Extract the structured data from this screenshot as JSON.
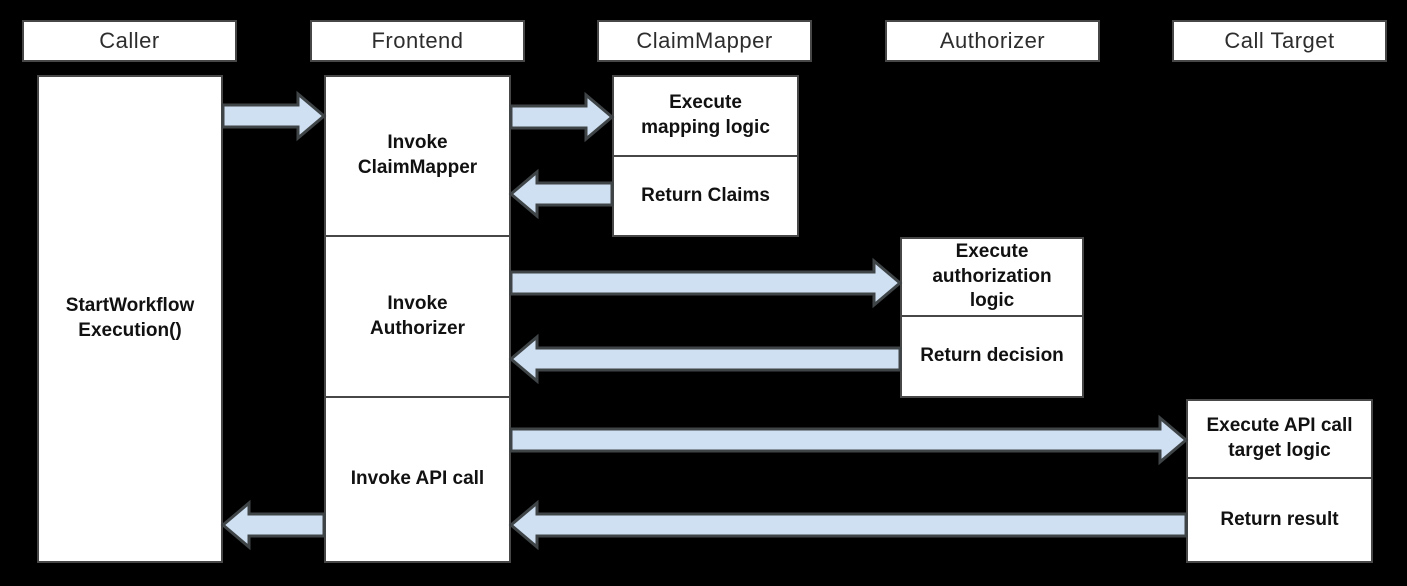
{
  "colors": {
    "background": "#000000",
    "box_fill": "#ffffff",
    "box_border": "#474747",
    "header_text": "#2d2d2d",
    "body_text": "#111111",
    "arrow_fill": "#cfe0f3",
    "arrow_stroke": "#3f4447"
  },
  "columns": [
    {
      "id": "caller",
      "header": "Caller"
    },
    {
      "id": "frontend",
      "header": "Frontend"
    },
    {
      "id": "claimmapper",
      "header": "ClaimMapper"
    },
    {
      "id": "authorizer",
      "header": "Authorizer"
    },
    {
      "id": "calltarget",
      "header": "Call Target"
    }
  ],
  "boxes": {
    "caller_activity": [
      "StartWorkflow",
      "Execution()"
    ],
    "invoke_claimmapper": [
      "Invoke",
      "ClaimMapper"
    ],
    "invoke_authorizer": [
      "Invoke",
      "Authorizer"
    ],
    "invoke_api_call": "Invoke API call",
    "execute_mapping_logic": [
      "Execute",
      "mapping logic"
    ],
    "return_claims": "Return Claims",
    "execute_authorization_logic": [
      "Execute",
      "authorization",
      "logic"
    ],
    "return_decision": "Return decision",
    "execute_api_call_target_logic": [
      "Execute API call",
      "target logic"
    ],
    "return_result": "Return result"
  },
  "arrows": [
    {
      "from": "Caller",
      "to": "Frontend",
      "direction": "right"
    },
    {
      "from": "Frontend",
      "to": "ClaimMapper",
      "direction": "right"
    },
    {
      "from": "ClaimMapper",
      "to": "Frontend",
      "direction": "left"
    },
    {
      "from": "Frontend",
      "to": "Authorizer",
      "direction": "right"
    },
    {
      "from": "Authorizer",
      "to": "Frontend",
      "direction": "left"
    },
    {
      "from": "Frontend",
      "to": "Call Target",
      "direction": "right"
    },
    {
      "from": "Call Target",
      "to": "Frontend",
      "direction": "left"
    },
    {
      "from": "Frontend",
      "to": "Caller",
      "direction": "left"
    }
  ]
}
